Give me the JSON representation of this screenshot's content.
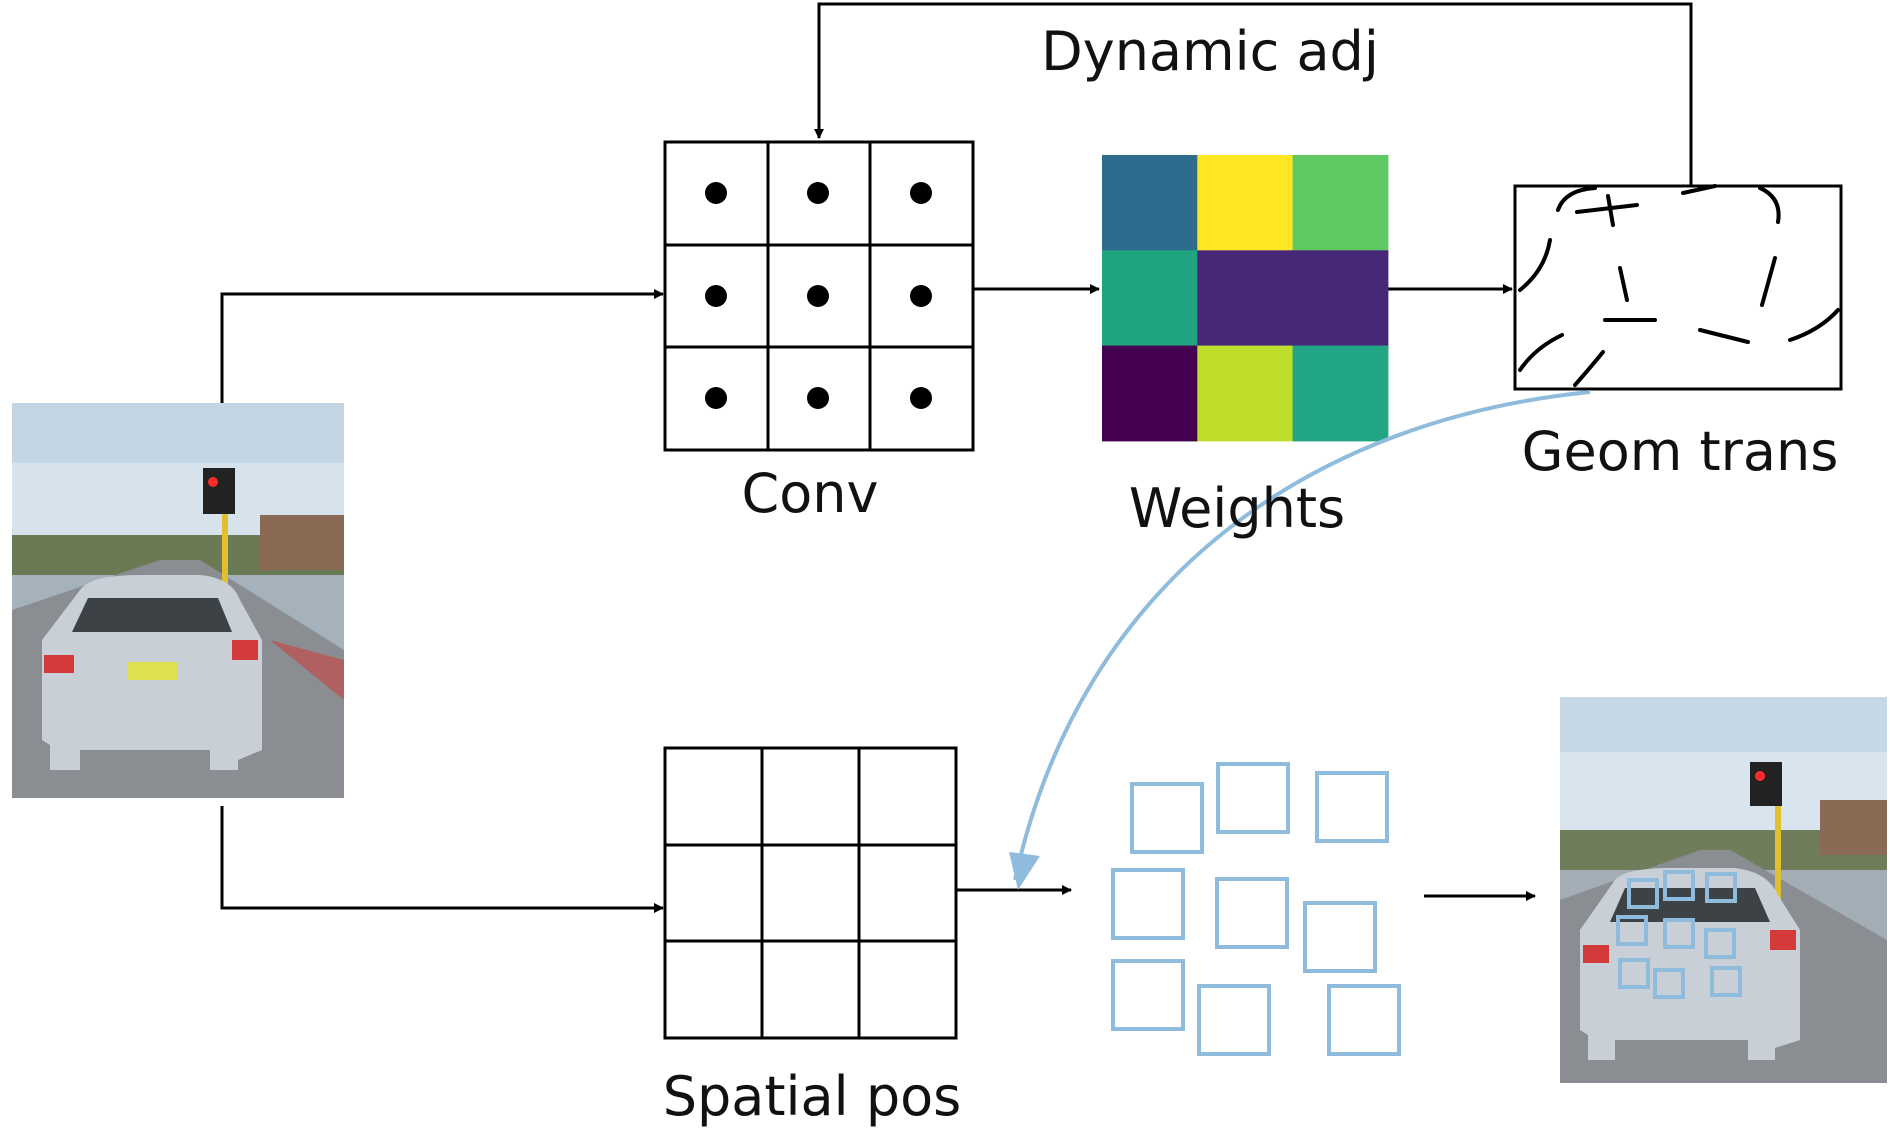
{
  "labels": {
    "dynamic_adj": "Dynamic adj",
    "conv": "Conv",
    "weights": "Weights",
    "geom_trans": "Geom trans",
    "spatial_pos": "Spatial pos"
  },
  "weights_grid": {
    "rows": 3,
    "cols": 3,
    "cells": [
      [
        "#2e6b8c",
        "#fde725",
        "#5ec962"
      ],
      [
        "#20a37f",
        "#472878",
        "#472878"
      ],
      [
        "#44014f",
        "#bfde2b",
        "#21a585"
      ]
    ]
  },
  "colors": {
    "line": "#000000",
    "accent_blue": "#8fbbdd"
  },
  "images": {
    "input": "street-scene-car",
    "output": "street-scene-car-with-sample-boxes"
  }
}
